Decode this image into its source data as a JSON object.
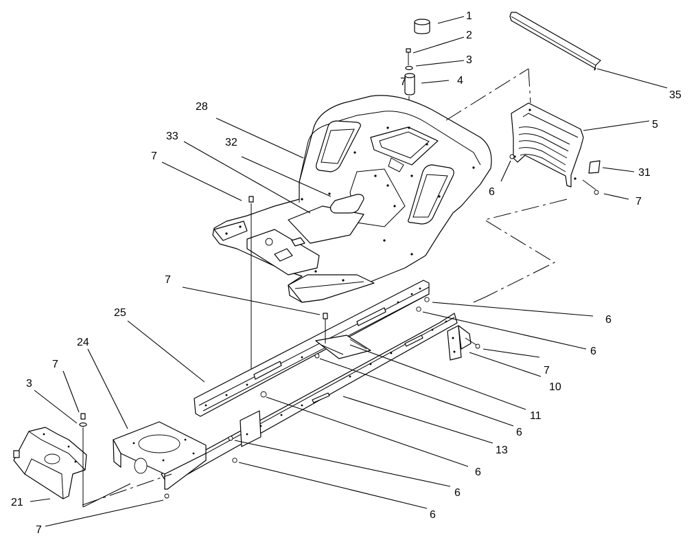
{
  "diagram": {
    "callouts": [
      {
        "id": "c-1",
        "text": "1"
      },
      {
        "id": "c-2",
        "text": "2"
      },
      {
        "id": "c-3a",
        "text": "3"
      },
      {
        "id": "c-4",
        "text": "4"
      },
      {
        "id": "c-7a",
        "text": "7"
      },
      {
        "id": "c-35",
        "text": "35"
      },
      {
        "id": "c-5",
        "text": "5"
      },
      {
        "id": "c-31",
        "text": "31"
      },
      {
        "id": "c-6a",
        "text": "6"
      },
      {
        "id": "c-7b",
        "text": "7"
      },
      {
        "id": "c-28",
        "text": "28"
      },
      {
        "id": "c-33",
        "text": "33"
      },
      {
        "id": "c-32",
        "text": "32"
      },
      {
        "id": "c-7c",
        "text": "7"
      },
      {
        "id": "c-7d",
        "text": "7"
      },
      {
        "id": "c-25",
        "text": "25"
      },
      {
        "id": "c-6b",
        "text": "6"
      },
      {
        "id": "c-6c",
        "text": "6"
      },
      {
        "id": "c-7e",
        "text": "7"
      },
      {
        "id": "c-10",
        "text": "10"
      },
      {
        "id": "c-11",
        "text": "11"
      },
      {
        "id": "c-6d",
        "text": "6"
      },
      {
        "id": "c-13",
        "text": "13"
      },
      {
        "id": "c-6e",
        "text": "6"
      },
      {
        "id": "c-24",
        "text": "24"
      },
      {
        "id": "c-7f",
        "text": "7"
      },
      {
        "id": "c-3b",
        "text": "3"
      },
      {
        "id": "c-21",
        "text": "21"
      },
      {
        "id": "c-6f",
        "text": "6"
      },
      {
        "id": "c-6g",
        "text": "6"
      },
      {
        "id": "c-7g",
        "text": "7"
      }
    ]
  }
}
